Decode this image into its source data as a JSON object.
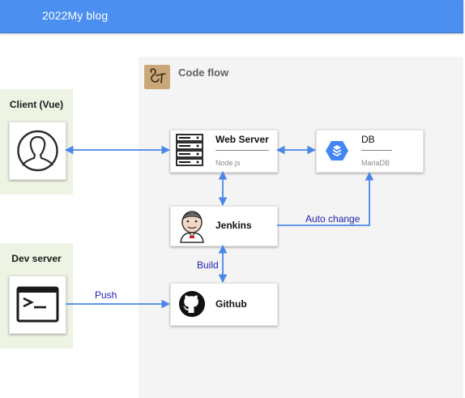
{
  "header": {
    "title": "2022My blog",
    "color": "#4b8ff0"
  },
  "group": {
    "title": "Code flow",
    "logo_icon": "blog-logo-icon"
  },
  "zones": {
    "client": {
      "label": "Client (Vue)",
      "icon": "user-icon"
    },
    "dev": {
      "label": "Dev server",
      "icon": "terminal-icon"
    }
  },
  "nodes": {
    "web_server": {
      "title": "Web Server",
      "subtitle": "Node.js",
      "icon": "server-icon"
    },
    "db": {
      "title": "DB",
      "subtitle": "MariaDB",
      "icon": "database-icon"
    },
    "jenkins": {
      "title": "Jenkins",
      "icon": "jenkins-icon"
    },
    "github": {
      "title": "Github",
      "icon": "github-icon"
    }
  },
  "edges": {
    "push": "Push",
    "build": "Build",
    "auto_change": "Auto change"
  },
  "colors": {
    "edge": "#4a86e8",
    "edge_label": "#1f1fb0",
    "zone_bg": "#eef4e4",
    "group_bg": "#f4f4f4"
  }
}
